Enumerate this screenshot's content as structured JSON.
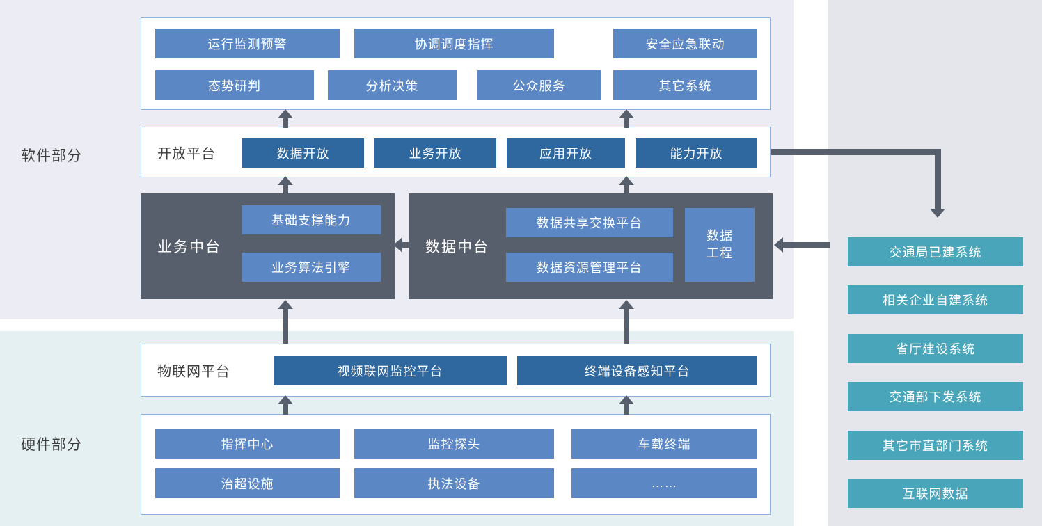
{
  "colors": {
    "node_blue": "#5b87c5",
    "node_dark_blue": "#2f689e",
    "dark_platform_gray": "#575f6c",
    "node_teal": "#49a5ba",
    "arrow_gray": "#575f6c",
    "software_region_bg": "#ecedf4",
    "hardware_region_bg": "#e5f0f3",
    "right_panel_bg": "#e4e6ec",
    "box_border_blue": "#8fb2dd"
  },
  "left_labels": {
    "software": "软件部分",
    "hardware": "硬件部分"
  },
  "app_layer": {
    "row1": [
      "运行监测预警",
      "协调调度指挥",
      "安全应急联动"
    ],
    "row2": [
      "态势研判",
      "分析决策",
      "公众服务",
      "其它系统"
    ]
  },
  "open_platform": {
    "label": "开放平台",
    "items": [
      "数据开放",
      "业务开放",
      "应用开放",
      "能力开放"
    ]
  },
  "business_middle_platform": {
    "label": "业务中台",
    "items": [
      "基础支撑能力",
      "业务算法引擎"
    ]
  },
  "data_middle_platform": {
    "label": "数据中台",
    "items": [
      "数据共享交换平台",
      "数据资源管理平台"
    ],
    "side_item": "数据工程"
  },
  "iot_platform": {
    "label": "物联网平台",
    "items": [
      "视频联网监控平台",
      "终端设备感知平台"
    ]
  },
  "hardware_layer": {
    "row1": [
      "指挥中心",
      "监控探头",
      "车载终端"
    ],
    "row2": [
      "治超设施",
      "执法设备",
      "……"
    ]
  },
  "external_systems": [
    "交通局已建系统",
    "相关企业自建系统",
    "省厅建设系统",
    "交通部下发系统",
    "其它市直部门系统",
    "互联网数据"
  ]
}
